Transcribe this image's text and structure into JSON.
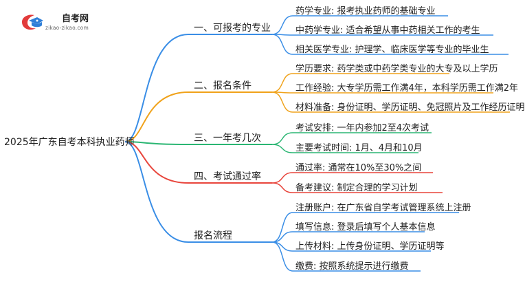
{
  "logo": {
    "title": "自考网",
    "url": "zikao-zikao.com"
  },
  "root": {
    "label": "2025年广东自考本科执业药师"
  },
  "branches": [
    {
      "label": "一、可报考的专业",
      "color": "#3a8ee6",
      "leaves": [
        "药学专业: 报考执业药师的基础专业",
        "中药学专业: 适合希望从事中药相关工作的考生",
        "相关医学专业: 护理学、临床医学等专业的毕业生"
      ]
    },
    {
      "label": "二、报名条件",
      "color": "#f0a21a",
      "leaves": [
        "学历要求: 药学类或中药学类专业的大专及以上学历",
        "工作经验: 大专学历需工作满4年，本科学历需工作满2年",
        "材料准备: 身份证明、学历证明、免冠照片及工作经历证明"
      ]
    },
    {
      "label": "三、一年考几次",
      "color": "#2bb673",
      "leaves": [
        "考试安排: 一年内参加2至4次考试",
        "主要考试时间: 1月、4月和10月"
      ]
    },
    {
      "label": "四、考试通过率",
      "color": "#e8453c",
      "leaves": [
        "通过率: 通常在10%至30%之间",
        "备考建议: 制定合理的学习计划"
      ]
    },
    {
      "label": "报名流程",
      "color": "#3a8ee6",
      "leaves": [
        "注册账户: 在广东省自学考试管理系统上注册",
        "填写信息: 登录后填写个人基本信息",
        "上传材料: 上传身份证明、学历证明等",
        "缴费: 按照系统提示进行缴费"
      ]
    }
  ]
}
